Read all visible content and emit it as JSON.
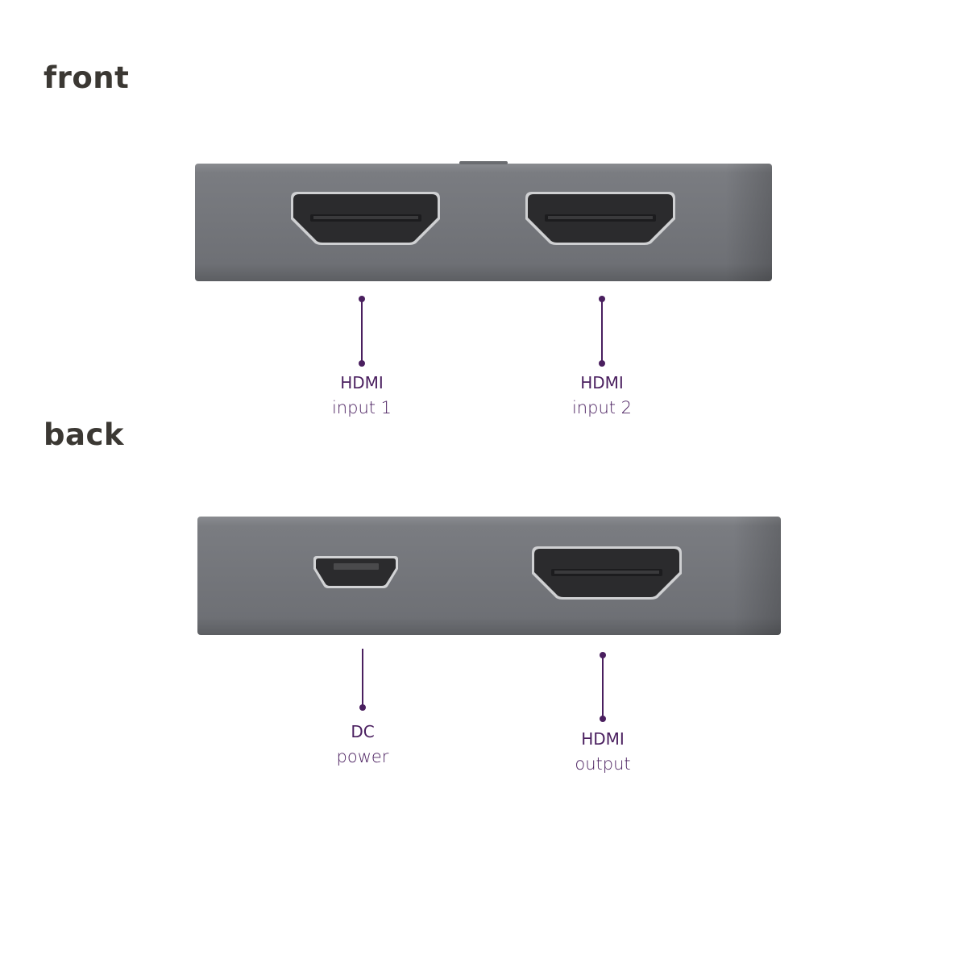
{
  "sections": {
    "front": {
      "title": "front"
    },
    "back": {
      "title": "back"
    }
  },
  "callouts": {
    "front_port_1": {
      "line1": "HDMI",
      "line2": "input 1"
    },
    "front_port_2": {
      "line1": "HDMI",
      "line2": "input 2"
    },
    "back_port_1": {
      "line1": "DC",
      "line2": "power"
    },
    "back_port_2": {
      "line1": "HDMI",
      "line2": "output"
    }
  },
  "colors": {
    "title": "#3b3833",
    "callout": "#4a1f5f",
    "device_body": "#76787d",
    "port": "#2b2b2d"
  }
}
